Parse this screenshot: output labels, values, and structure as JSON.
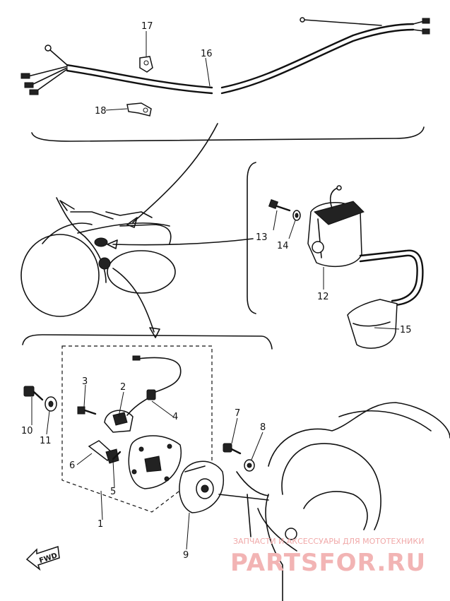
{
  "parts": [
    {
      "number": "1"
    },
    {
      "number": "2"
    },
    {
      "number": "3"
    },
    {
      "number": "4"
    },
    {
      "number": "5"
    },
    {
      "number": "6"
    },
    {
      "number": "7"
    },
    {
      "number": "8"
    },
    {
      "number": "9"
    },
    {
      "number": "10"
    },
    {
      "number": "11"
    },
    {
      "number": "12"
    },
    {
      "number": "13"
    },
    {
      "number": "14"
    },
    {
      "number": "15"
    },
    {
      "number": "16"
    },
    {
      "number": "17"
    },
    {
      "number": "18"
    }
  ],
  "direction_arrow": {
    "label": "FWD"
  },
  "watermark": {
    "tagline": "ЗАПЧАСТИ И АКСЕССУАРЫ ДЛЯ МОТОТЕХНИКИ",
    "brand": "PARTSFOR.RU"
  }
}
